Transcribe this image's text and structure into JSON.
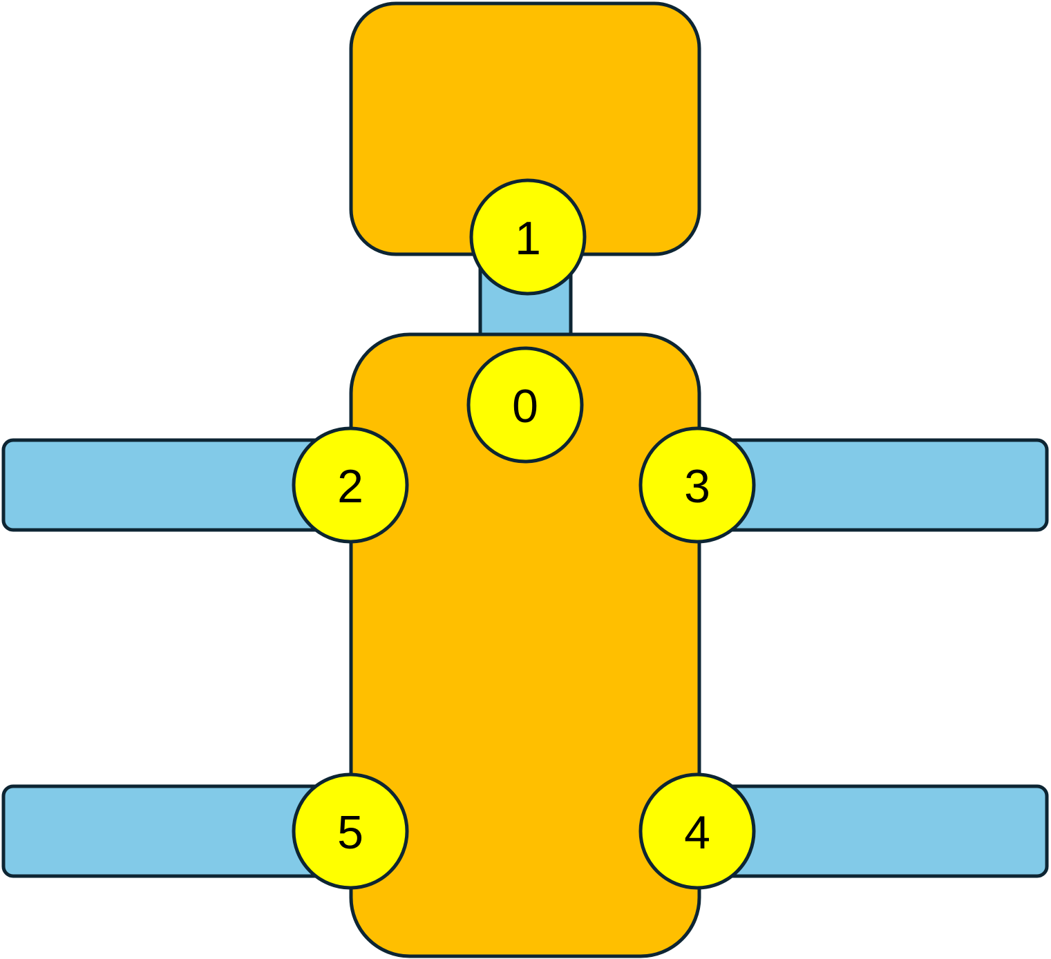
{
  "colors": {
    "body": "#FFBF00",
    "limb": "#82CAE8",
    "joint": "#FFFF00",
    "outline": "#0D2533",
    "label": "#000000"
  },
  "joints": [
    {
      "id": "joint-0",
      "label": "0"
    },
    {
      "id": "joint-1",
      "label": "1"
    },
    {
      "id": "joint-2",
      "label": "2"
    },
    {
      "id": "joint-3",
      "label": "3"
    },
    {
      "id": "joint-4",
      "label": "4"
    },
    {
      "id": "joint-5",
      "label": "5"
    }
  ]
}
